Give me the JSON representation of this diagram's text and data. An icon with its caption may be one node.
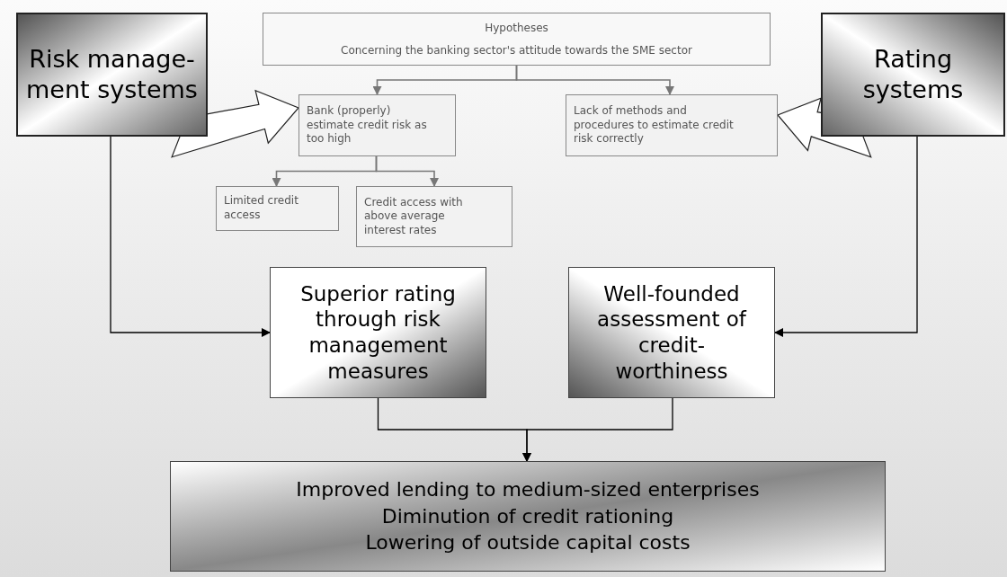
{
  "diagram": {
    "nodes": [
      {
        "text": [
          "Risk manage- ment systems"
        ]
      },
      {
        "text": [
          "Hypotheses",
          "Concerning the banking sector's attitude towards the SME sector"
        ]
      },
      {
        "text": [
          "Bank (properly) estimate credit risk as too high"
        ]
      },
      {
        "text": [
          "Lack of methods and procedures to estimate credit risk correctly"
        ]
      },
      {
        "text": [
          "Rating systems"
        ]
      },
      {
        "text": [
          "Limited credit access"
        ]
      },
      {
        "text": [
          "Credit access with above average interest rates"
        ]
      },
      {
        "text": [
          "Superior rating through risk management measures"
        ]
      },
      {
        "text": [
          "Well-founded assessment of credit- worthiness"
        ]
      },
      {
        "text": [
          "Improved lending to medium-sized enterprises",
          "Diminution of credit rationing",
          "Lowering of outside capital costs"
        ]
      }
    ],
    "edges": [
      {
        "from": 1,
        "to": 2,
        "arrow": "to",
        "color": "#777777"
      },
      {
        "from": 1,
        "to": 3,
        "arrow": "to",
        "color": "#777777"
      },
      {
        "from": 0,
        "to": 2,
        "arrow": "to",
        "style": "thick",
        "color": "#222222"
      },
      {
        "from": 4,
        "to": 3,
        "arrow": "to",
        "style": "thick",
        "color": "#222222"
      },
      {
        "from": 2,
        "to": 5,
        "arrow": "to",
        "color": "#777777"
      },
      {
        "from": 2,
        "to": 6,
        "arrow": "to",
        "color": "#777777"
      },
      {
        "from": 0,
        "to": 7,
        "arrow": "to",
        "color": "#000000"
      },
      {
        "from": 4,
        "to": 8,
        "arrow": "to",
        "color": "#000000"
      },
      {
        "from": 7,
        "to": 9,
        "arrow": "to",
        "color": "#000000"
      },
      {
        "from": 8,
        "to": 9,
        "arrow": "to",
        "color": "#000000"
      }
    ]
  }
}
